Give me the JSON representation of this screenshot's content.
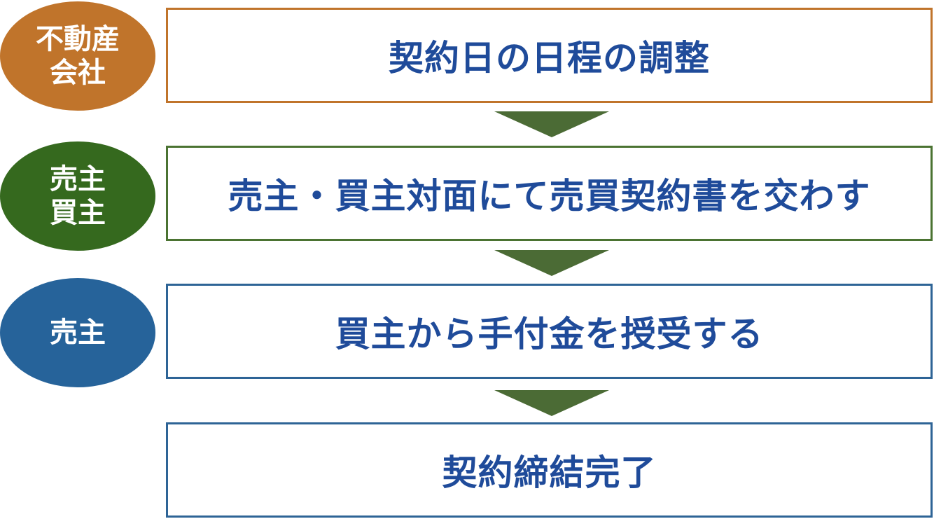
{
  "roles": [
    {
      "label": "不動産\n会社",
      "color": "#c0742b"
    },
    {
      "label": "売主\n買主",
      "color": "#35691e"
    },
    {
      "label": "売主",
      "color": "#26639a"
    }
  ],
  "steps": [
    {
      "label": "契約日の日程の調整",
      "border_color": "#c0742b"
    },
    {
      "label": "売主・買主対面にて売買契約書を交わす",
      "border_color": "#4b7332"
    },
    {
      "label": "買主から手付金を授受する",
      "border_color": "#2e6496"
    },
    {
      "label": "契約締結完了",
      "border_color": "#2e6496"
    }
  ],
  "colors": {
    "step_text": "#1f4b9a",
    "arrow": "#4b6b35"
  }
}
